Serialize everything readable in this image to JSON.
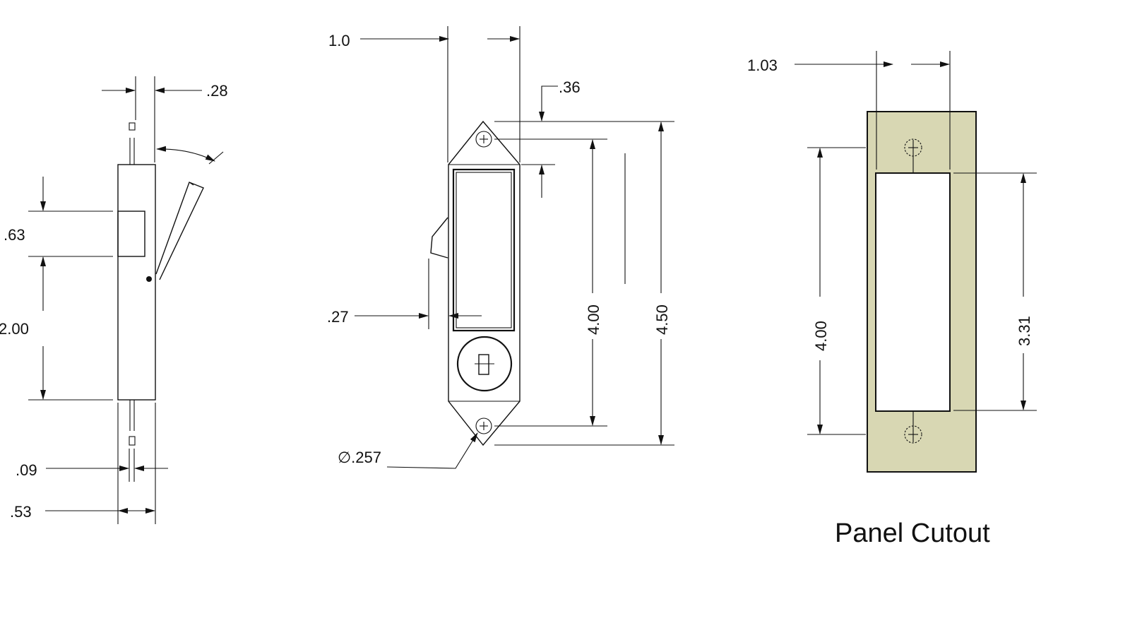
{
  "side_view": {
    "dims": [
      ".28",
      ".63",
      "2.00",
      ".09",
      ".53"
    ]
  },
  "front_view": {
    "dims": [
      "1.0",
      ".36",
      ".27",
      "4.00",
      "4.50",
      "∅.257"
    ]
  },
  "panel_cutout": {
    "title": "Panel Cutout",
    "dims": [
      "1.03",
      "4.00",
      "3.31"
    ],
    "fill_color": "#d8d7b3"
  }
}
